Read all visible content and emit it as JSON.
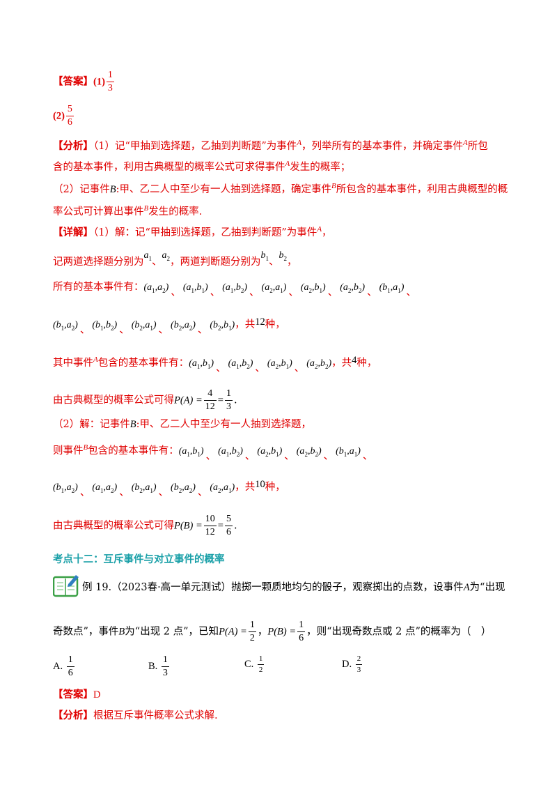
{
  "answer1": {
    "label": "【答案】",
    "prefix": "(1)",
    "num": "1",
    "den": "3"
  },
  "answer2": {
    "prefix": "(2)",
    "num": "5",
    "den": "6"
  },
  "analysis": {
    "label": "【分析】",
    "t1": "（1）记“甲抽到选择题，乙抽到判断题”为事件",
    "A": "A",
    "t2": "，列举所有的基本事件，并确定事件",
    "t3": "所包",
    "t4": "含的基本事件，利用古典概型的概率公式可求得事件",
    "t5": "发生的概率；",
    "t6": "（2）记事件",
    "B": "B",
    "t7": ":甲、乙二人中至少有一人抽到选择题，确定事件",
    "t8": "所包含的基本事件，利用古典概型的概",
    "t9": "率公式可计算出事件",
    "t10": "发生的概率."
  },
  "detail": {
    "label": "【详解】",
    "t1": "（1）解：记“甲抽到选择题，乙抽到判断题”为事件",
    "t2": "记两道选择题分别为",
    "t3": "、",
    "t4": "，两道判断题分别为",
    "t5": "、",
    "t6": "，",
    "t7": "所有的基本事件有：",
    "gong12": "，共",
    "n12": "12",
    "zhong": "种，",
    "t8": "其中事件",
    "t9": "包含的基本事件有：",
    "n4": "4",
    "t10": "由古典概型的概率公式可得",
    "pA": "P(A) =",
    "f1n": "4",
    "f1d": "12",
    "f2n": "1",
    "f2d": "3",
    "t11": "（2）解：记事件",
    "t12": ":甲、乙二人中至少有一人抽到选择题，",
    "t13": "则事件",
    "t14": "包含的基本事件有：",
    "n10": "10",
    "pB": "P(B) =",
    "f3n": "10",
    "f3d": "12",
    "f4n": "5",
    "f4d": "6",
    "period": "."
  },
  "section": {
    "title": "考点十二：互斥事件与对立事件的概率"
  },
  "example": {
    "t1": "例 19.（2023春·高一单元测试）抛掷一颗质地均匀的骰子，观察掷出的点数，设事件",
    "t2": "为“出现",
    "t3": "奇数点”，事件",
    "t4": "为“出现 2 点”，已知",
    "pA": "P(A) =",
    "fAn": "1",
    "fAd": "2",
    "t5": "，",
    "pB": "P(B) =",
    "fBn": "1",
    "fBd": "6",
    "t6": "，则“出现奇数点或 2 点”的概率为（　）",
    "options": [
      {
        "key": "A.",
        "num": "1",
        "den": "6"
      },
      {
        "key": "B.",
        "num": "1",
        "den": "3"
      },
      {
        "key": "C.",
        "num": "1",
        "den": "2"
      },
      {
        "key": "D.",
        "num": "2",
        "den": "3"
      }
    ]
  },
  "answer3": {
    "label": "【答案】",
    "value": "D"
  },
  "analysis2": {
    "label": "【分析】",
    "text": "根据互斥事件概率公式求解."
  },
  "pairs": {
    "row1": [
      "(a1,a2)",
      "(a1,b1)",
      "(a1,b2)",
      "(a2,a1)",
      "(a2,b1)",
      "(a2,b2)",
      "(b1,a1)"
    ],
    "row2": [
      "(b1,a2)",
      "(b1,b2)",
      "(b2,a1)",
      "(b2,a2)",
      "(b2,b1)"
    ],
    "rowA": [
      "(a1,b1)",
      "(a1,b2)",
      "(a2,b1)",
      "(a2,b2)"
    ],
    "rowB1": [
      "(a1,b1)",
      "(a1,b2)",
      "(a2,b1)",
      "(a2,b2)",
      "(b1,a1)"
    ],
    "rowB2": [
      "(b1,a2)",
      "(a1,a2)",
      "(b2,a1)",
      "(b2,a2)",
      "(a2,a1)"
    ]
  },
  "colors": {
    "red": "#e00000",
    "teal": "#1aa0a8"
  }
}
